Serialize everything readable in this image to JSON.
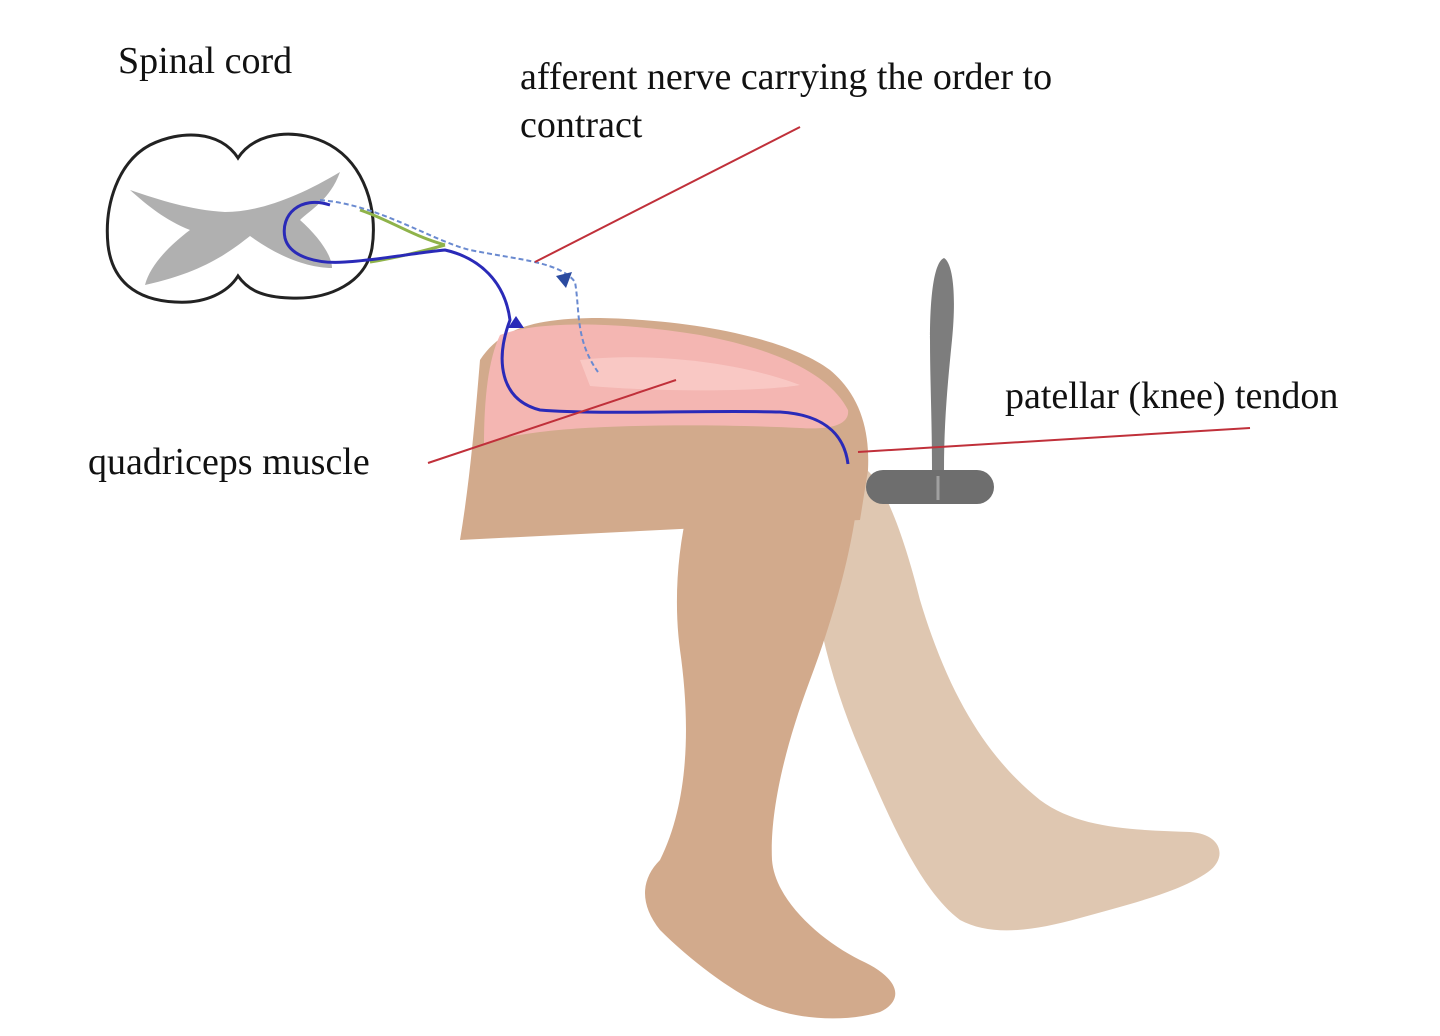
{
  "labels": {
    "spinal_cord": "Spinal cord",
    "afferent_line1": "afferent nerve carrying the order to",
    "afferent_line2": "contract",
    "patellar_tendon": "patellar (knee) tendon",
    "quadriceps": "quadriceps muscle"
  },
  "colors": {
    "background": "#ffffff",
    "skin_front": "#d2aa8c",
    "skin_back": "#dfc7b1",
    "muscle": "#f6b6b4",
    "gray_matter": "#b0b0b0",
    "nerve_blue": "#2a2ab8",
    "nerve_green": "#8fb34a",
    "leader_line": "#c0303a",
    "hammer": "#7d7d7d"
  }
}
